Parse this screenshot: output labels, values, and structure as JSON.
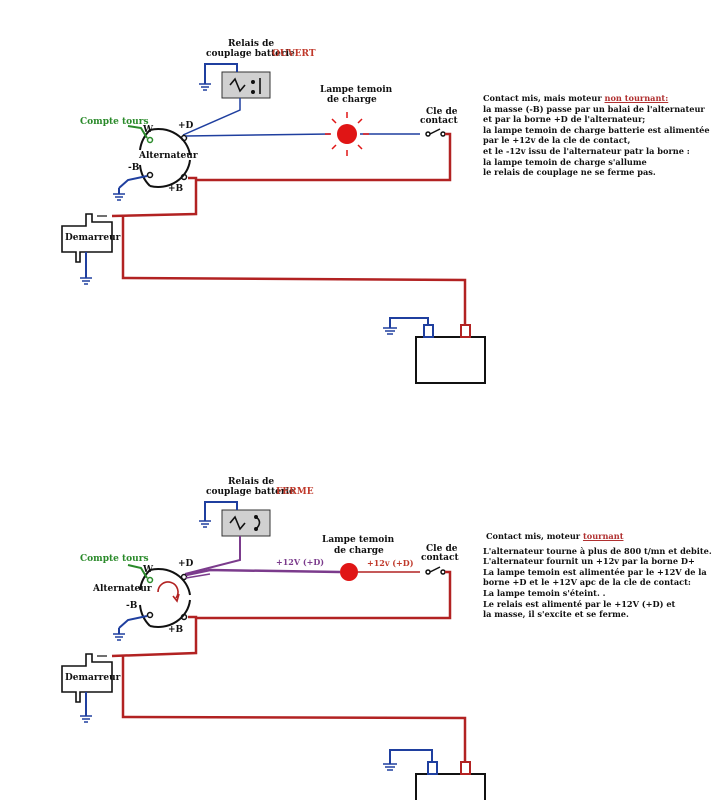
{
  "diagram_top": {
    "relay_label_1": "Relais de",
    "relay_label_2": "couplage batterie",
    "relay_state": "OUVERT",
    "lamp_label_1": "Lampe temoin",
    "lamp_label_2": "de charge",
    "key_label_1": "Cle de",
    "key_label_2": "contact",
    "compte_tours": "Compte tours",
    "alternator": "Alternateur",
    "term_w": "W",
    "term_d": "+D",
    "term_b_neg": "-B",
    "term_b_pos": "+B",
    "starter": "Demarreur",
    "description": {
      "title_prefix": "Contact mis, mais moteur",
      "title_emph": "non tournant:",
      "lines": [
        "la masse (-B) passe par un balai de l'alternateur",
        "et  par la borne +D de l'alternateur;",
        "la lampe temoin de charge batterie  est alimentée",
        "par le +12v de la cle de contact,",
        "et le -12v issu de l'alternateur  patr la borne :",
        "la lampe temoin de charge s'allume",
        "le relais de  couplage ne se ferme pas."
      ]
    }
  },
  "diagram_bottom": {
    "relay_label_1": "Relais de",
    "relay_label_2": "couplage batterie",
    "relay_state": "FERME",
    "lamp_label_1": "Lampe temoin",
    "lamp_label_2": "de charge",
    "key_label_1": "Cle de",
    "key_label_2": "contact",
    "compte_tours": "Compte tours",
    "alternator": "Alternateur",
    "term_w": "W",
    "term_d": "+D",
    "term_b_neg": "-B",
    "term_b_pos": "+B",
    "starter": "Demarreur",
    "wire_label_1": "+12V (+D)",
    "wire_label_2": "+12v (+D)",
    "description": {
      "title_prefix": "Contact mis, moteur",
      "title_emph": "tournant",
      "lines": [
        "L'alternateur tourne à plus de 800 t/mn et debite.",
        "L'alternateur fournit un +12v par la borne D+",
        "La lampe temoin est alimentée par le +12V de la",
        "borne +D et le +12V apc de la cle de contact:",
        "La lampe temoin s'éteint.     .",
        "Le relais est alimenté par le +12V (+D) et",
        "la masse, il s'excite et se ferme."
      ]
    }
  },
  "colors": {
    "wire_red": "#b22222",
    "wire_blue": "#1f3f9f",
    "wire_green": "#2a8a2a",
    "wire_purple": "#7b3b8c",
    "lamp_red": "#e01515",
    "relay_fill": "#d0d0d0"
  }
}
